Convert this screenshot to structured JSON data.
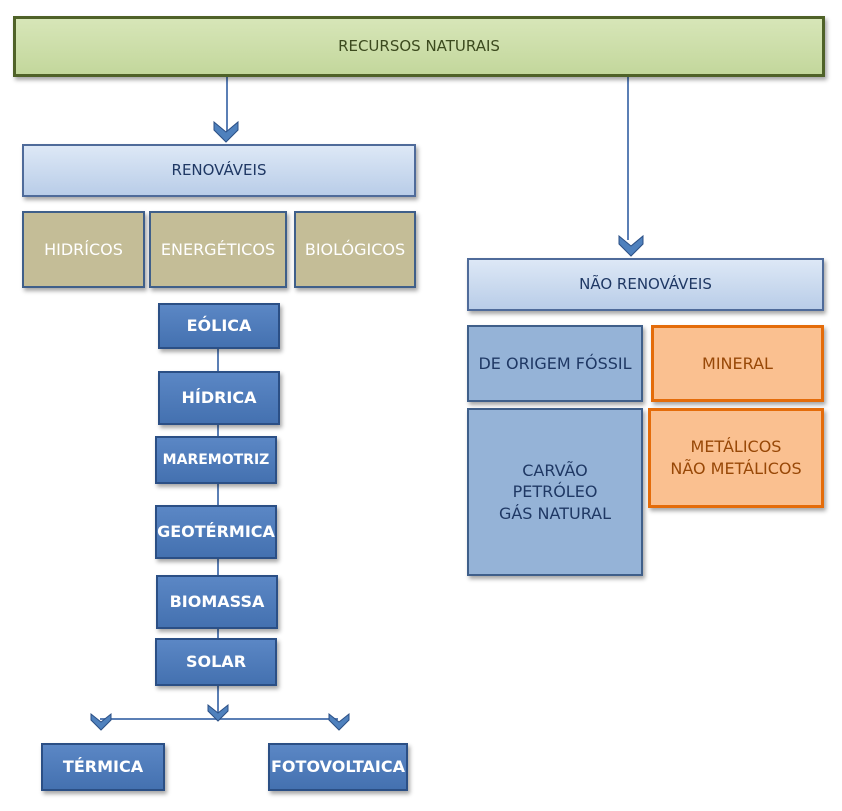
{
  "root": {
    "label": "RECURSOS NATURAIS"
  },
  "renewable": {
    "label": "RENOVÁVEIS",
    "categories": [
      "HIDRÍCOS",
      "ENERGÉTICOS",
      "BIOLÓGICOS"
    ],
    "energy_types": [
      "EÓLICA",
      "HÍDRICA",
      "MAREMOTRIZ",
      "GEOTÉRMICA",
      "BIOMASSA",
      "SOLAR"
    ],
    "solar_types": [
      "TÉRMICA",
      "FOTOVOLTAICA"
    ]
  },
  "nonrenewable": {
    "label": "NÃO RENOVÁVEIS",
    "fossil": {
      "label": "DE ORIGEM FÓSSIL",
      "items": [
        "CARVÃO",
        "PETRÓLEO",
        "GÁS NATURAL"
      ]
    },
    "mineral": {
      "label": "MINERAL",
      "items": [
        "METÁLICOS",
        "NÃO METÁLICOS"
      ]
    }
  },
  "colors": {
    "root_fill": "#c3d79c",
    "category_fill": "#c6d9f1",
    "tan_fill": "#c4bd97",
    "blue_fill": "#4f81bd",
    "mid_blue_fill": "#95b3d7",
    "orange_fill": "#fac090",
    "orange_border": "#e46c0a"
  }
}
